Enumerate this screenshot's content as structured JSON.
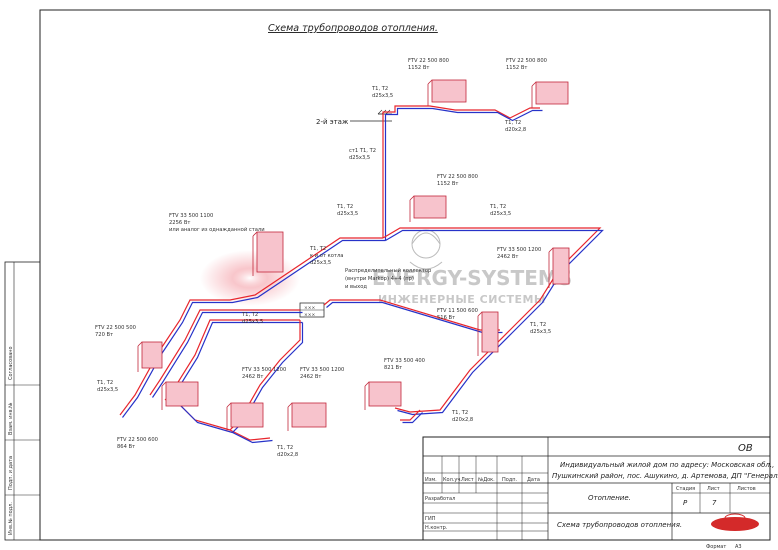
{
  "title": "Схема трубопроводов отопления.",
  "floor_label": "2-й этаж",
  "radiators": [
    {
      "model": "FTV 22 500 800",
      "power": "1152 Вт"
    },
    {
      "model": "FTV 22 500 800",
      "power": "1152 Вт"
    },
    {
      "model": "FTV 22 500 800",
      "power": "1152 Вт"
    },
    {
      "model": "FTV 33 500 1100",
      "power": "2256 Вт",
      "note": "или аналог из однажданной стали"
    },
    {
      "model": "FTV 33 500 1200",
      "power": "2462 Вт"
    },
    {
      "model": "FTV 11 500 600",
      "power": "516 Вт"
    },
    {
      "model": "FTV 22 500 500",
      "power": "720 Вт"
    },
    {
      "model": "FTV 33 500 1200",
      "power": "2462 Вт"
    },
    {
      "model": "FTV 33 500 1200",
      "power": "2462 Вт"
    },
    {
      "model": "FTV 33 500 400",
      "power": "821 Вт"
    },
    {
      "model": "FTV 22 500 600",
      "power": "864 Вт"
    }
  ],
  "pipes": [
    {
      "code": "T1, T2",
      "dia": "d25х3,5"
    },
    {
      "code": "T1, T2",
      "dia": "d20х2,8"
    },
    {
      "code": "ст1  T1, T2",
      "dia": "d25х3,5"
    },
    {
      "code": "T1, T2",
      "dia": "d25х3,5"
    },
    {
      "code": "T1, T2",
      "dia": "d25х3,5"
    },
    {
      "code": "T1, T2",
      "dia": "к и от котла",
      "dia2": "d25х3,5"
    },
    {
      "code": "T1, T2",
      "dia": "d25х3,5"
    },
    {
      "code": "T1, T2",
      "dia": "d25х3,5"
    },
    {
      "code": "T1, T2",
      "dia": "d25х3,5"
    },
    {
      "code": "T1, T2",
      "dia": "d20х2,8"
    },
    {
      "code": "T1, T2",
      "dia": "d20х2,8"
    }
  ],
  "collector": {
    "line1": "Распределительный коллектор",
    "line2": "(внутри Markop) 4+4 (пр)",
    "line3": "и выход"
  },
  "watermark": {
    "line1": "ENERGY-SYSTEMS",
    "line2": "ИНЖЕНЕРНЫЕ СИСТЕМЫ"
  },
  "stamp": {
    "code": "ОВ",
    "project_line1": "Индивидуальный жилой дом по адресу: Московская обл.,",
    "project_line2": "Пушкинский район, пос. Ашукино, д. Артемова, ДП \"Генеральский\"",
    "cols": [
      "Изм.",
      "Кол.уч.",
      "Лист",
      "№Док.",
      "Подп.",
      "Дата"
    ],
    "roles": [
      "Разработал",
      "",
      "ГИП",
      "Н.контр."
    ],
    "section": "Отопление.",
    "sheet_title": "Схема трубопроводов отопления.",
    "stage_label": "Стадия",
    "sheet_label": "Лист",
    "sheets_label": "Листов",
    "stage": "Р",
    "sheet": "7",
    "format_label": "Формат",
    "format": "А3"
  },
  "side_stamp": [
    "Инв.№ подл.",
    "Подп. и дата",
    "Взам. инв.№",
    "Согласовано"
  ],
  "colors": {
    "supply": "#e8262d",
    "return": "#2733c9",
    "radiator_fill": "#f7c3cc",
    "radiator_stroke": "#c2273a"
  }
}
